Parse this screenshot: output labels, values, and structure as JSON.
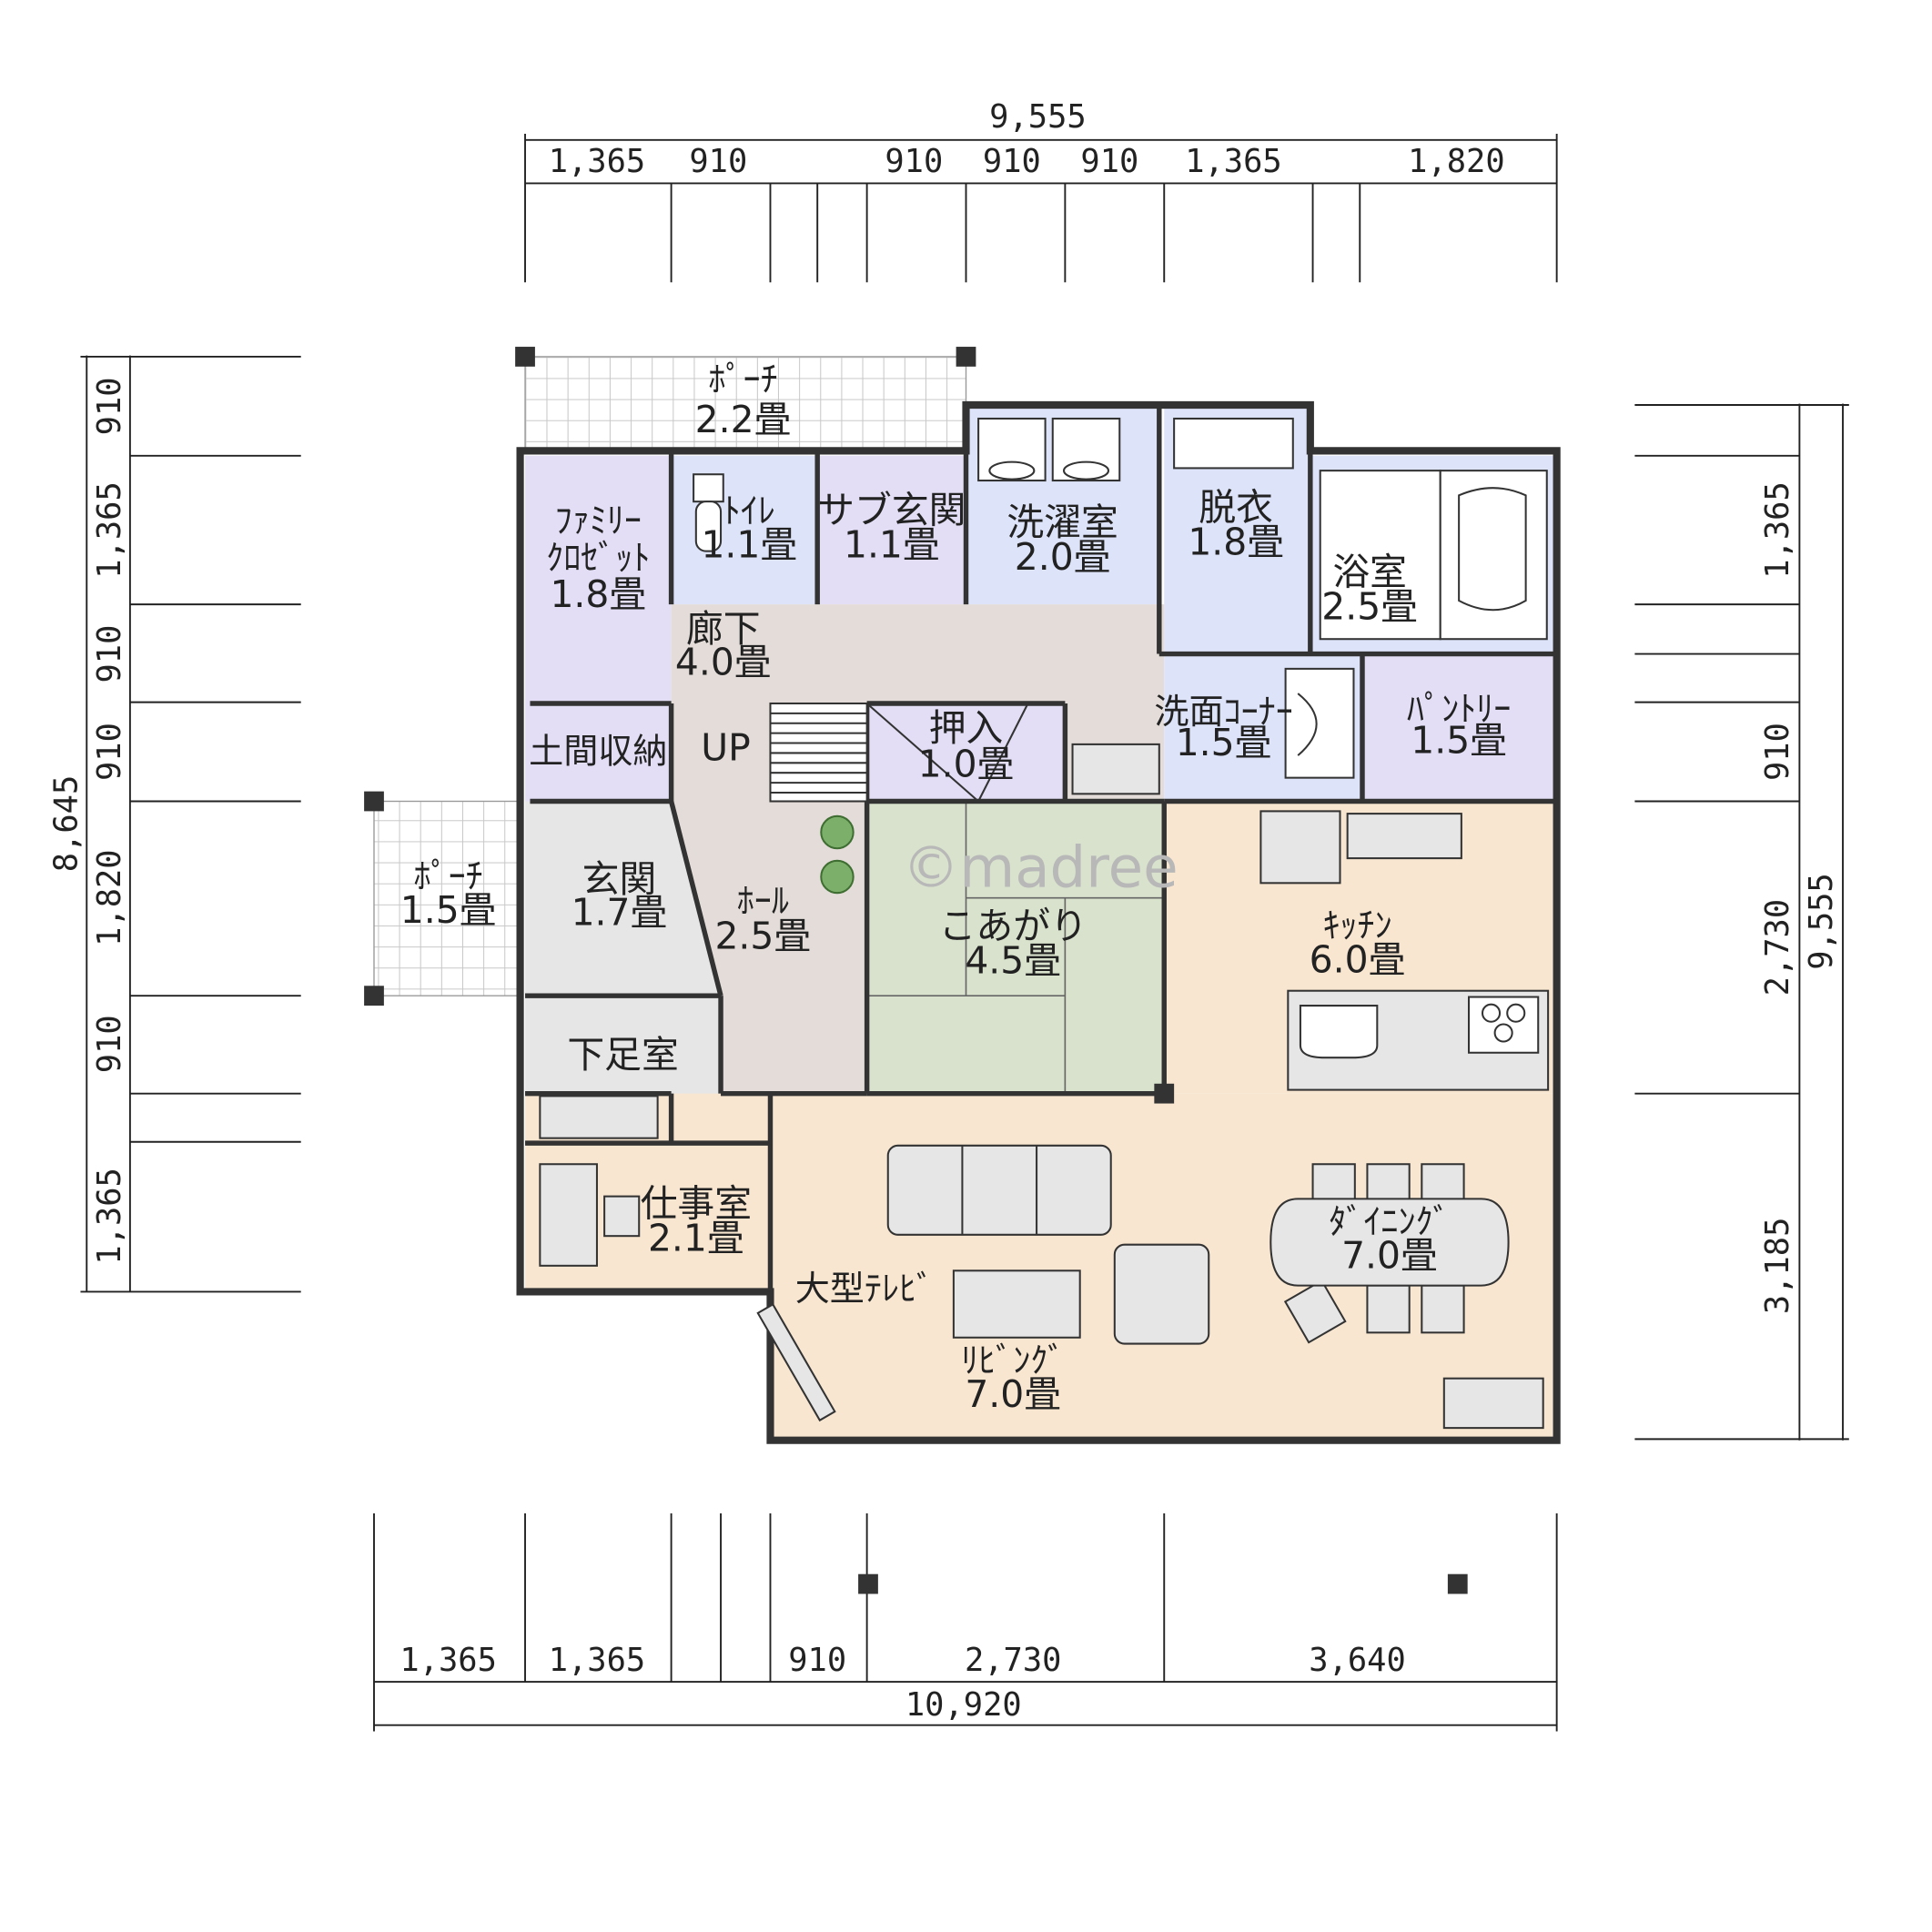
{
  "dimensions": {
    "top_total": "9,555",
    "top_segments": [
      "1,365",
      "910",
      "910",
      "910",
      "910",
      "1,365",
      "1,820"
    ],
    "bottom_total": "10,920",
    "bottom_segments": [
      "1,365",
      "1,365",
      "910",
      "2,730",
      "3,640"
    ],
    "left_total": "8,645",
    "left_segments": [
      "910",
      "1,365",
      "910",
      "910",
      "1,820",
      "910",
      "1,365"
    ],
    "right_total": "9,555",
    "right_segments": [
      "1,365",
      "910",
      "2,730",
      "3,185"
    ]
  },
  "rooms": {
    "porch_top": {
      "name": "ﾎﾟｰﾁ",
      "size": "2.2畳"
    },
    "porch_left": {
      "name": "ﾎﾟｰﾁ",
      "size": "1.5畳"
    },
    "family_closet": {
      "name1": "ﾌｧﾐﾘｰ",
      "name2": "ｸﾛｾﾞｯﾄ",
      "size": "1.8畳"
    },
    "toilet": {
      "name": "ﾄｲﾚ",
      "size": "1.1畳"
    },
    "sub_entrance": {
      "name": "サブ玄関",
      "size": "1.1畳"
    },
    "laundry": {
      "name": "洗濯室",
      "size": "2.0畳"
    },
    "dressing": {
      "name": "脱衣",
      "size": "1.8畳"
    },
    "bath": {
      "name": "浴室",
      "size": "2.5畳"
    },
    "corridor": {
      "name": "廊下",
      "size": "4.0畳"
    },
    "doma_storage": {
      "name": "土間収納"
    },
    "up": {
      "name": "UP"
    },
    "oshiire": {
      "name": "押入",
      "size": "1.0畳"
    },
    "washroom": {
      "name": "洗面ｺｰﾅｰ",
      "size": "1.5畳"
    },
    "pantry": {
      "name": "ﾊﾟﾝﾄﾘｰ",
      "size": "1.5畳"
    },
    "entrance": {
      "name": "玄関",
      "size": "1.7畳"
    },
    "hall": {
      "name": "ﾎｰﾙ",
      "size": "2.5畳"
    },
    "koagari": {
      "name": "こあがり",
      "size": "4.5畳"
    },
    "kitchen": {
      "name": "ｷｯﾁﾝ",
      "size": "6.0畳"
    },
    "shoe_room": {
      "name": "下足室"
    },
    "study": {
      "name": "仕事室",
      "size": "2.1畳"
    },
    "tv": {
      "name": "大型ﾃﾚﾋﾞ"
    },
    "dining": {
      "name": "ﾀﾞｲﾆﾝｸﾞ",
      "size": "7.0畳"
    },
    "living": {
      "name": "ﾘﾋﾞﾝｸﾞ",
      "size": "7.0畳"
    }
  },
  "watermark": "©madree",
  "colors": {
    "wet_area": "#dde3f8",
    "storage": "#e3def5",
    "ldk": "#f8e6d0",
    "hall": "#e3dcd8",
    "entrance": "#e6e6e6",
    "tatami": "#d8e2cc",
    "wall": "#333333",
    "porch_grid": "#c8c8c8"
  }
}
